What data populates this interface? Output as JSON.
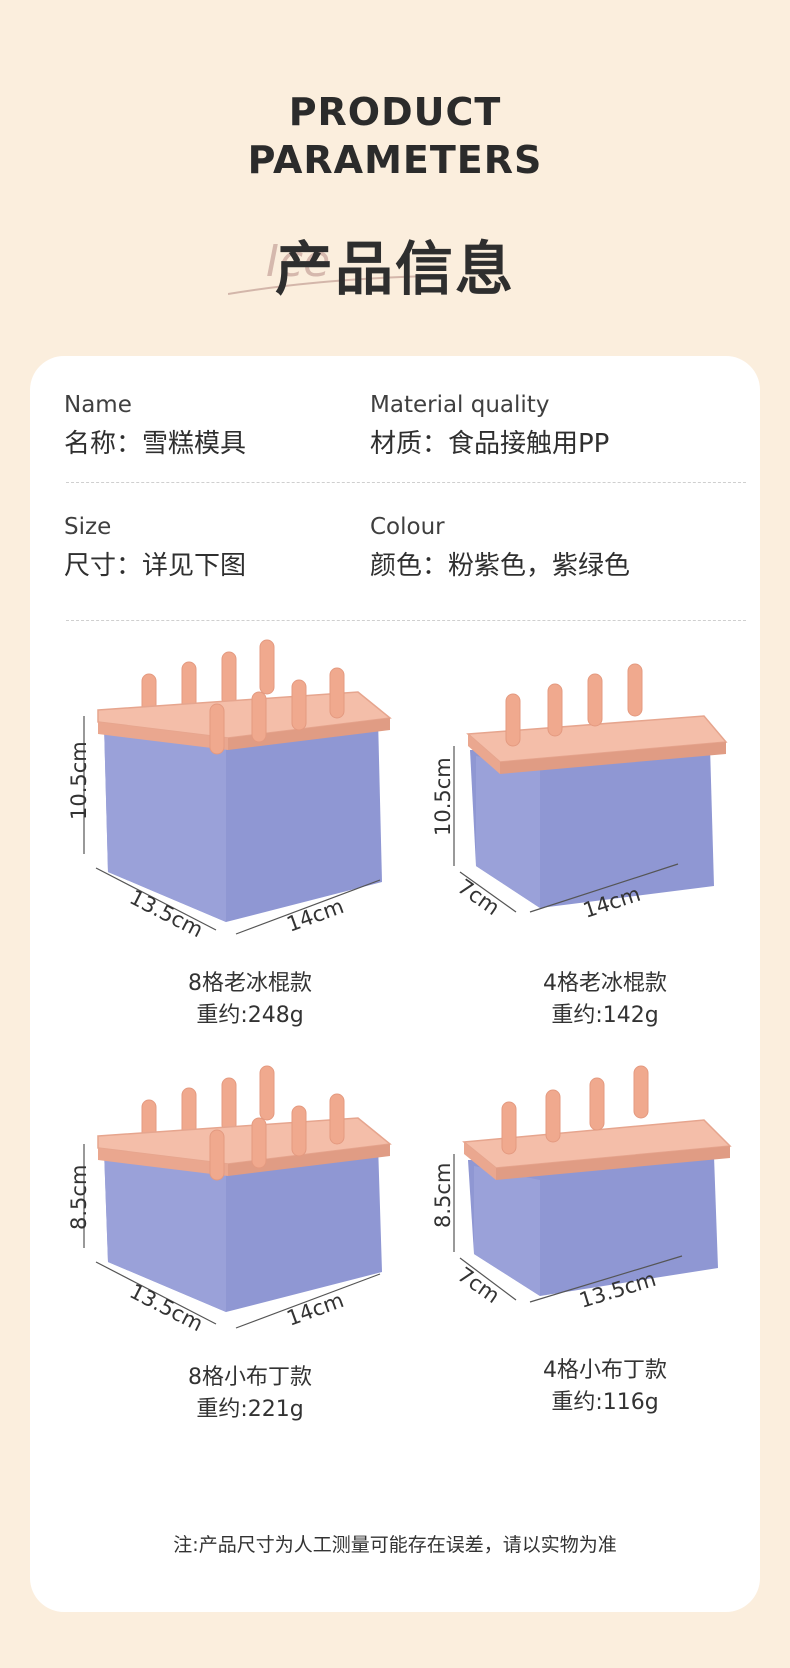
{
  "header": {
    "title_en_line1": "PRODUCT",
    "title_en_line2": "PARAMETERS",
    "title_cn": "产品信息",
    "script_deco": "Ice"
  },
  "params": {
    "name": {
      "en": "Name",
      "cn": "名称：雪糕模具"
    },
    "material": {
      "en": "Material quality",
      "cn": "材质：食品接触用PP"
    },
    "size": {
      "en": "Size",
      "cn": "尺寸：详见下图"
    },
    "colour": {
      "en": "Colour",
      "cn": "颜色：粉紫色，紫绿色"
    }
  },
  "products": [
    {
      "name": "8格老冰棍款",
      "weight": "重约:248g",
      "height": "10.5cm",
      "depth": "13.5cm",
      "width": "14cm"
    },
    {
      "name": "4格老冰棍款",
      "weight": "重约:142g",
      "height": "10.5cm",
      "depth": "7cm",
      "width": "14cm"
    },
    {
      "name": "8格小布丁款",
      "weight": "重约:221g",
      "height": "8.5cm",
      "depth": "13.5cm",
      "width": "14cm"
    },
    {
      "name": "4格小布丁款",
      "weight": "重约:116g",
      "height": "8.5cm",
      "depth": "7cm",
      "width": "13.5cm"
    }
  ],
  "note": "注:产品尺寸为人工测量可能存在误差，请以实物为准",
  "colors": {
    "background": "#fbeedd",
    "mold_body": "#8f97d3",
    "mold_lid": "#f2b5a0",
    "stick": "#f0a98e"
  }
}
